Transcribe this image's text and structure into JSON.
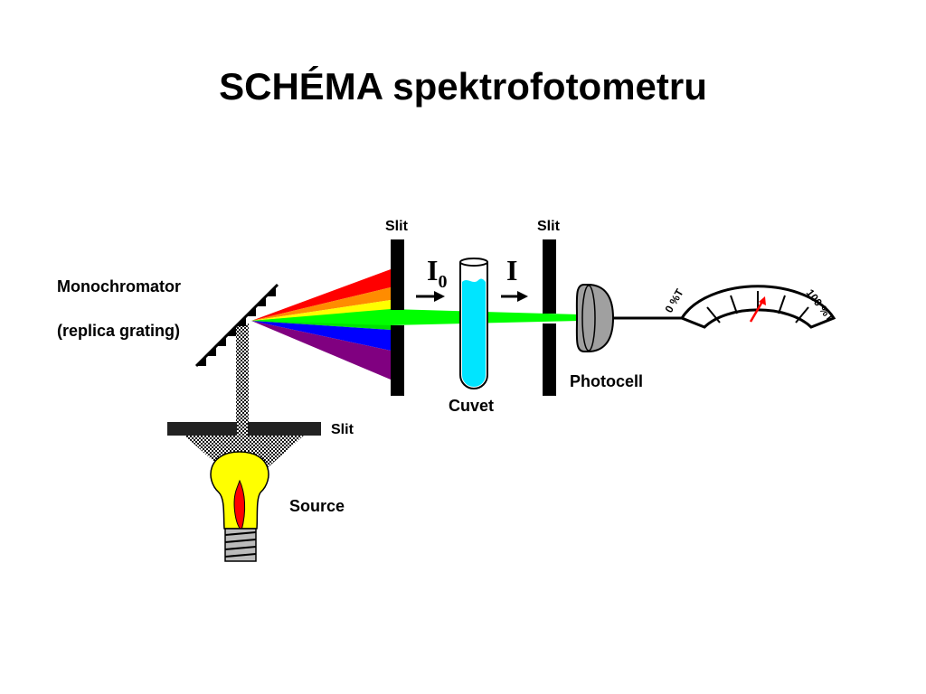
{
  "title": "SCHÉMA spektrofotometru",
  "labels": {
    "slit_top_left": "Slit",
    "slit_top_right": "Slit",
    "slit_bottom": "Slit",
    "monochromator": "Monochromator",
    "replica_grating": "(replica grating)",
    "source": "Source",
    "cuvet": "Cuvet",
    "photocell": "Photocell",
    "intensity_in": "I",
    "intensity_in_sub": "0",
    "intensity_out": "I",
    "meter_zero": "0 %T",
    "meter_hundred": "100 %T"
  },
  "colors": {
    "spectrum": [
      "#ff0000",
      "#ff8c00",
      "#ffff00",
      "#00e000",
      "#0000ff",
      "#800080"
    ],
    "beam": "#00ff00",
    "cuvet_fill": "#00e5ff",
    "bulb": "#ffff00",
    "flame": "#ff0000",
    "needle": "#ff0000",
    "photocell": "#a0a0a0"
  }
}
